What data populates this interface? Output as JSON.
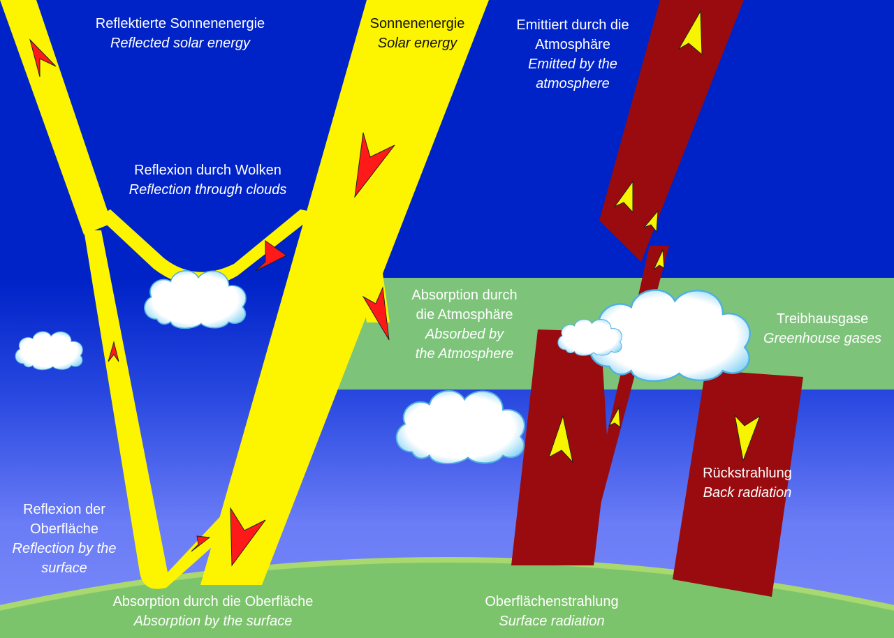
{
  "colors": {
    "sky": "#0023c8",
    "greenhouse_band": "#7dc47a",
    "ground": "#7cc46c",
    "solar_beam": "#fdf500",
    "thermal_beam": "#990b0e",
    "arrow_red": "#ff1a1a",
    "arrow_yellow": "#f7f400",
    "cloud_fill": "#ffffff",
    "cloud_edge": "#79c7ef"
  },
  "labels": {
    "reflected_solar": {
      "de": "Reflektierte Sonnenenergie",
      "en": "Reflected solar energy"
    },
    "solar_energy": {
      "de": "Sonnenenergie",
      "en": "Solar energy"
    },
    "emitted_atmosphere": {
      "de1": "Emittiert durch die",
      "de2": "Atmosphäre",
      "en1": "Emitted by the",
      "en2": "atmosphere"
    },
    "cloud_reflection": {
      "de": "Reflexion durch Wolken",
      "en": "Reflection through clouds"
    },
    "atmosphere_absorption": {
      "de1": "Absorption durch",
      "de2": "die Atmosphäre",
      "en1": "Absorbed by",
      "en2": "the Atmosphere"
    },
    "greenhouse_gases": {
      "de": "Treibhausgase",
      "en": "Greenhouse gases"
    },
    "surface_reflection": {
      "de1": "Reflexion der",
      "de2": "Oberfläche",
      "en1": "Reflection by the",
      "en2": "surface"
    },
    "back_radiation": {
      "de": "Rückstrahlung",
      "en": "Back radiation"
    },
    "surface_absorption": {
      "de": "Absorption durch die Oberfläche",
      "en": "Absorption by the surface"
    },
    "surface_radiation": {
      "de": "Oberflächenstrahlung",
      "en": "Surface radiation"
    }
  }
}
